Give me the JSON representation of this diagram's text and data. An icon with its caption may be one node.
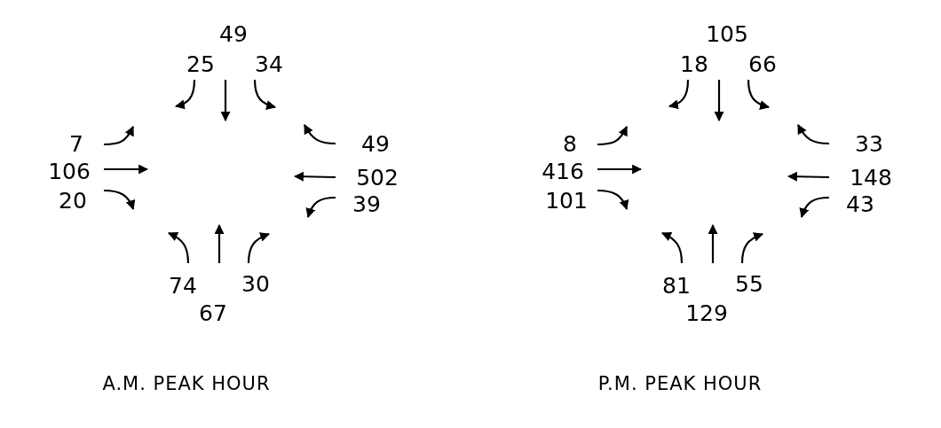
{
  "diagram": {
    "labels": [
      "49",
      "25",
      "34",
      "7",
      "49",
      "106",
      "502",
      "20",
      "39",
      "74",
      "30",
      "67",
      "A.M. PEAK HOUR",
      "105",
      "18",
      "66",
      "8",
      "33",
      "416",
      "148",
      "101",
      "43",
      "81",
      "55",
      "129",
      "P.M. PEAK HOUR"
    ]
  }
}
